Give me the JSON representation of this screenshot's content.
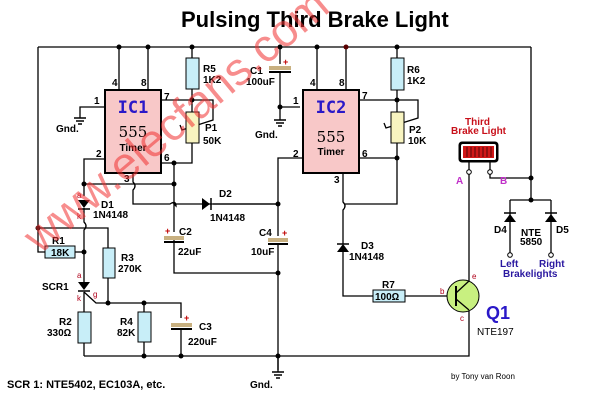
{
  "title": "Pulsing Third Brake Light",
  "watermark": "www.elecfans.com",
  "credit": "by Tony van Roon",
  "note": "SCR 1: NTE5402, EC103A, etc.",
  "ics": [
    {
      "ref": "IC1",
      "type": "555",
      "sub": "Timer",
      "pins": {
        "p1": "1",
        "p2": "2",
        "p3": "3",
        "p4": "4",
        "p6": "6",
        "p7": "7",
        "p8": "8"
      }
    },
    {
      "ref": "IC2",
      "type": "555",
      "sub": "Timer",
      "pins": {
        "p1": "1",
        "p2": "2",
        "p3": "3",
        "p4": "4",
        "p6": "6",
        "p7": "7",
        "p8": "8"
      }
    }
  ],
  "resistors": [
    {
      "ref": "R1",
      "value": "18K"
    },
    {
      "ref": "R2",
      "value": "330Ω"
    },
    {
      "ref": "R3",
      "value": "270K"
    },
    {
      "ref": "R4",
      "value": "82K"
    },
    {
      "ref": "R5",
      "value": "1K2"
    },
    {
      "ref": "R6",
      "value": "1K2"
    },
    {
      "ref": "R7",
      "value": "100Ω"
    }
  ],
  "pots": [
    {
      "ref": "P1",
      "value": "50K"
    },
    {
      "ref": "P2",
      "value": "10K"
    }
  ],
  "capacitors": [
    {
      "ref": "C1",
      "value": "100uF"
    },
    {
      "ref": "C2",
      "value": "22uF"
    },
    {
      "ref": "C3",
      "value": "220uF"
    },
    {
      "ref": "C4",
      "value": "10uF"
    }
  ],
  "diodes": [
    {
      "ref": "D1",
      "value": "1N4148"
    },
    {
      "ref": "D2",
      "value": "1N4148"
    },
    {
      "ref": "D3",
      "value": "1N4148"
    },
    {
      "ref": "D4",
      "value": ""
    },
    {
      "ref": "D5",
      "value": ""
    }
  ],
  "diode_pair_part": {
    "line1": "NTE",
    "line2": "5850"
  },
  "scr": {
    "ref": "SCR1",
    "anode": "a",
    "cathode": "k",
    "gate": "g"
  },
  "transistor": {
    "ref": "Q1",
    "part": "NTE197",
    "base": "b",
    "emitter": "e",
    "collector": "c"
  },
  "lamp": {
    "line1": "Third",
    "line2": "Brake Light",
    "term_a": "A",
    "term_b": "B"
  },
  "brakelights": {
    "left": "Left",
    "right": "Right",
    "common": "Brakelights"
  },
  "terminals": {
    "d1_a": "a",
    "d1_k": "k"
  },
  "ground_label": "Gnd.",
  "plus": "+"
}
